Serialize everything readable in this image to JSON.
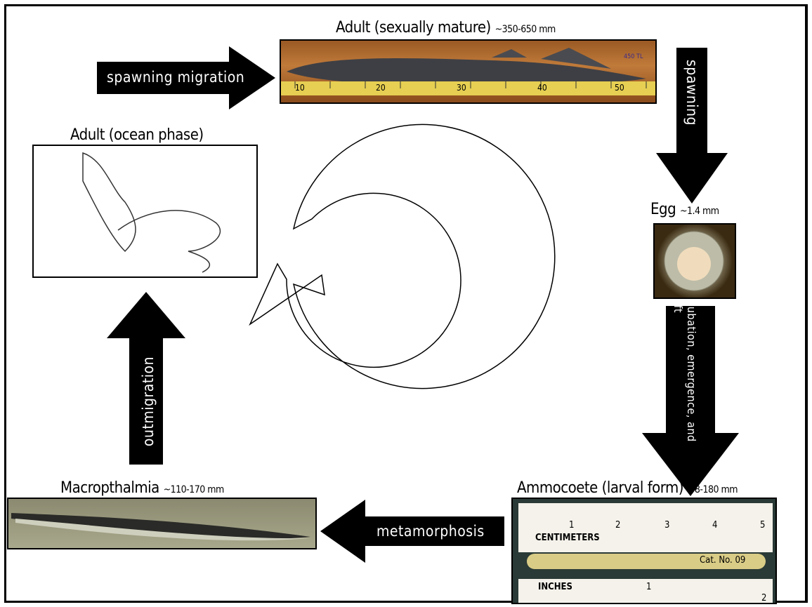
{
  "stages": {
    "adult_mature": {
      "name": "Adult (sexually mature)",
      "size": "~350-650 mm",
      "ruler_ticks": [
        "10",
        "20",
        "30",
        "40",
        "50"
      ],
      "tag": "450 TL"
    },
    "adult_ocean": {
      "name": "Adult (ocean phase)"
    },
    "egg": {
      "name": "Egg",
      "size": "~1.4 mm"
    },
    "ammocoete": {
      "name": "Ammocoete (larval form)",
      "size": "~8-180 mm",
      "ruler_top": "CENTIMETERS",
      "ruler_bottom": "INCHES",
      "ruler_nums": [
        "1",
        "2",
        "3",
        "4",
        "5"
      ],
      "ruler_in_nums": [
        "1",
        "2"
      ],
      "catalog": "Cat. No. 09"
    },
    "macropthalmia": {
      "name": "Macropthalmia",
      "size": "~110-170 mm"
    }
  },
  "arrows": {
    "spawning_migration": "spawning migration",
    "spawning": "spawning",
    "incubation": "Incubation, emergence, and drift",
    "metamorphosis": "metamorphosis",
    "outmigration": "outmigration"
  }
}
